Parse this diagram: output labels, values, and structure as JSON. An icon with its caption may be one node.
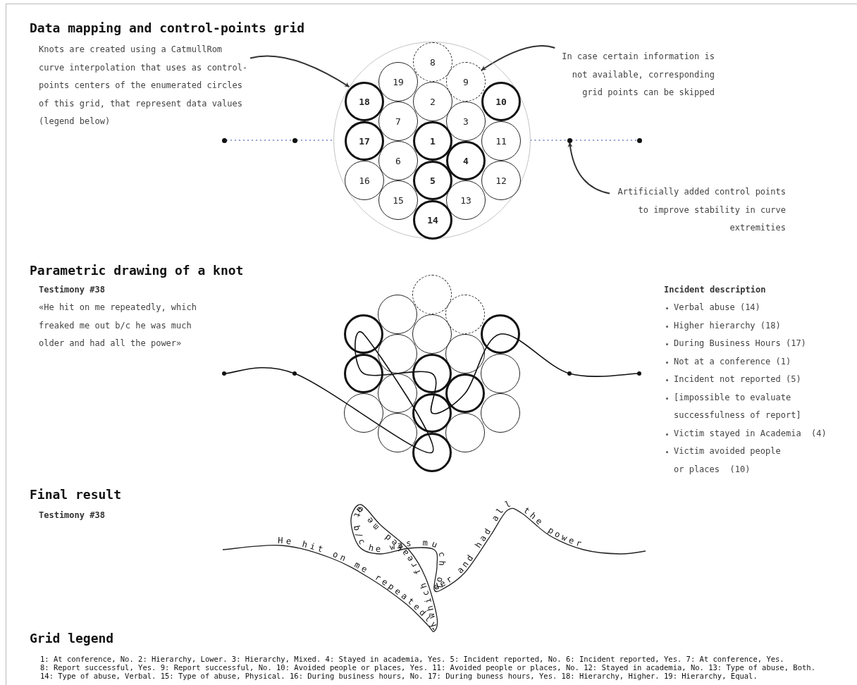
{
  "diagram": {
    "nodes": [
      {
        "text": [
          "Knots are created using a CatmullRom curve interpolation that uses as control-points centers of the enumerated circles of this grid, that represent data values (legend below)"
        ]
      },
      {
        "text": [
          "In case certain information is not available, corresponding grid points can be skipped"
        ]
      },
      {
        "text": [],
        "shape": "circle"
      },
      {
        "text": [
          "8"
        ],
        "in": 2
      },
      {
        "text": [
          "19"
        ],
        "in": 2
      },
      {
        "text": [
          "9"
        ],
        "in": 2
      },
      {
        "text": [
          "18"
        ],
        "in": 2
      },
      {
        "text": [
          "2"
        ],
        "in": 2
      },
      {
        "text": [
          "10"
        ],
        "in": 2
      },
      {
        "text": [
          "7"
        ],
        "in": 2
      },
      {
        "text": [
          "3"
        ],
        "in": 2
      },
      {
        "text": [
          "17"
        ],
        "in": 2
      },
      {
        "text": [
          "1"
        ],
        "in": 2
      },
      {
        "text": [
          "11"
        ],
        "in": 2
      },
      {
        "text": [
          "6"
        ],
        "in": 2
      },
      {
        "text": [
          "4"
        ],
        "in": 2
      },
      {
        "text": [
          "16"
        ],
        "in": 2
      },
      {
        "text": [
          "5"
        ],
        "in": 2
      },
      {
        "text": [
          "12"
        ],
        "in": 2
      },
      {
        "text": [
          "15"
        ],
        "in": 2
      },
      {
        "text": [
          "13"
        ],
        "in": 2
      },
      {
        "text": [
          "14"
        ],
        "in": 2
      },
      {
        "text": [],
        "shape": "circle"
      },
      {
        "text": [],
        "shape": "circle"
      },
      {
        "text": [],
        "shape": "circle"
      },
      {
        "text": [],
        "shape": "circle"
      },
      {
        "text": [
          "Artificially added control points to improve stability in curve extremities"
        ]
      },
      {
        "text": [],
        "shape": "circle"
      },
      {
        "text": [],
        "shape": "circle"
      },
      {
        "text": [],
        "shape": "circle"
      },
      {
        "text": [],
        "shape": "circle"
      },
      {
        "text": [],
        "shape": "circle"
      },
      {
        "text": [],
        "shape": "circle"
      },
      {
        "text": [],
        "shape": "circle"
      },
      {
        "text": [],
        "shape": "circle"
      },
      {
        "text": [],
        "shape": "circle"
      },
      {
        "text": [],
        "shape": "circle"
      },
      {
        "text": [],
        "shape": "circle"
      },
      {
        "text": [],
        "shape": "circle"
      },
      {
        "text": [],
        "shape": "circle"
      },
      {
        "text": [],
        "shape": "circle"
      },
      {
        "text": [],
        "shape": "circle"
      },
      {
        "text": [],
        "shape": "circle"
      },
      {
        "text": [],
        "shape": "circle"
      },
      {
        "text": [],
        "shape": "circle"
      },
      {
        "text": [],
        "shape": "circle"
      }
    ],
    "edges": [
      {
        "from": 0,
        "to": 2,
        "arrow": "to",
        "color": "#333333"
      },
      {
        "from": 1,
        "to": 5,
        "arrow": "to",
        "color": "#333333"
      },
      {
        "from": 26,
        "to": 24,
        "arrow": "to",
        "color": "#333333"
      },
      {
        "from": 22,
        "to": 23,
        "arrow": "none",
        "style": "dashed",
        "color": "#6f7fc4"
      },
      {
        "from": 23,
        "to": 2,
        "arrow": "none",
        "style": "dashed",
        "color": "#6f7fc4"
      },
      {
        "from": 2,
        "to": 24,
        "arrow": "none",
        "style": "dashed",
        "color": "#6f7fc4"
      },
      {
        "from": 24,
        "to": 25,
        "arrow": "none",
        "style": "dashed",
        "color": "#6f7fc4"
      }
    ],
    "labels": [
      "Data mapping and control-points grid",
      "Parametric drawing of a knot",
      "Testimony #38",
      "«He hit on me repeatedly, which freaked me out b/c he was much older and had all the power»",
      "Incident description",
      "Verbal abuse (14)",
      "Higher hierarchy (18)",
      "During Business Hours (17)",
      "Not at a conference (1)",
      "Incident not reported (5)",
      "[impossible to evaluate successfulness of report]",
      "Victim stayed in Academia  (4)",
      "Victim avoided people or places  (10)",
      "Final result",
      "Testimony #38",
      "He hit on me repeatedly, which freaked me out b/c he was much older and had all the power",
      "Grid legend",
      "1: At conference, No. 2: Hierarchy, Lower. 3: Hierarchy, Mixed. 4: Stayed in academia, Yes. 5: Incident reported, No. 6: Incident reported, Yes. 7: At conference, Yes.",
      "8: Report successful, Yes. 9: Report successful, No. 10: Avoided people or places, Yes. 11: Avoided people or places, No. 12: Stayed in academia, No. 13: Type of abuse, Both.",
      "14: Type of abuse, Verbal. 15: Type of abuse, Physical. 16: During business hours, No. 17: During buness hours, Yes. 18: Hierarchy, Higher. 19: Hierarchy, Equal."
    ]
  }
}
